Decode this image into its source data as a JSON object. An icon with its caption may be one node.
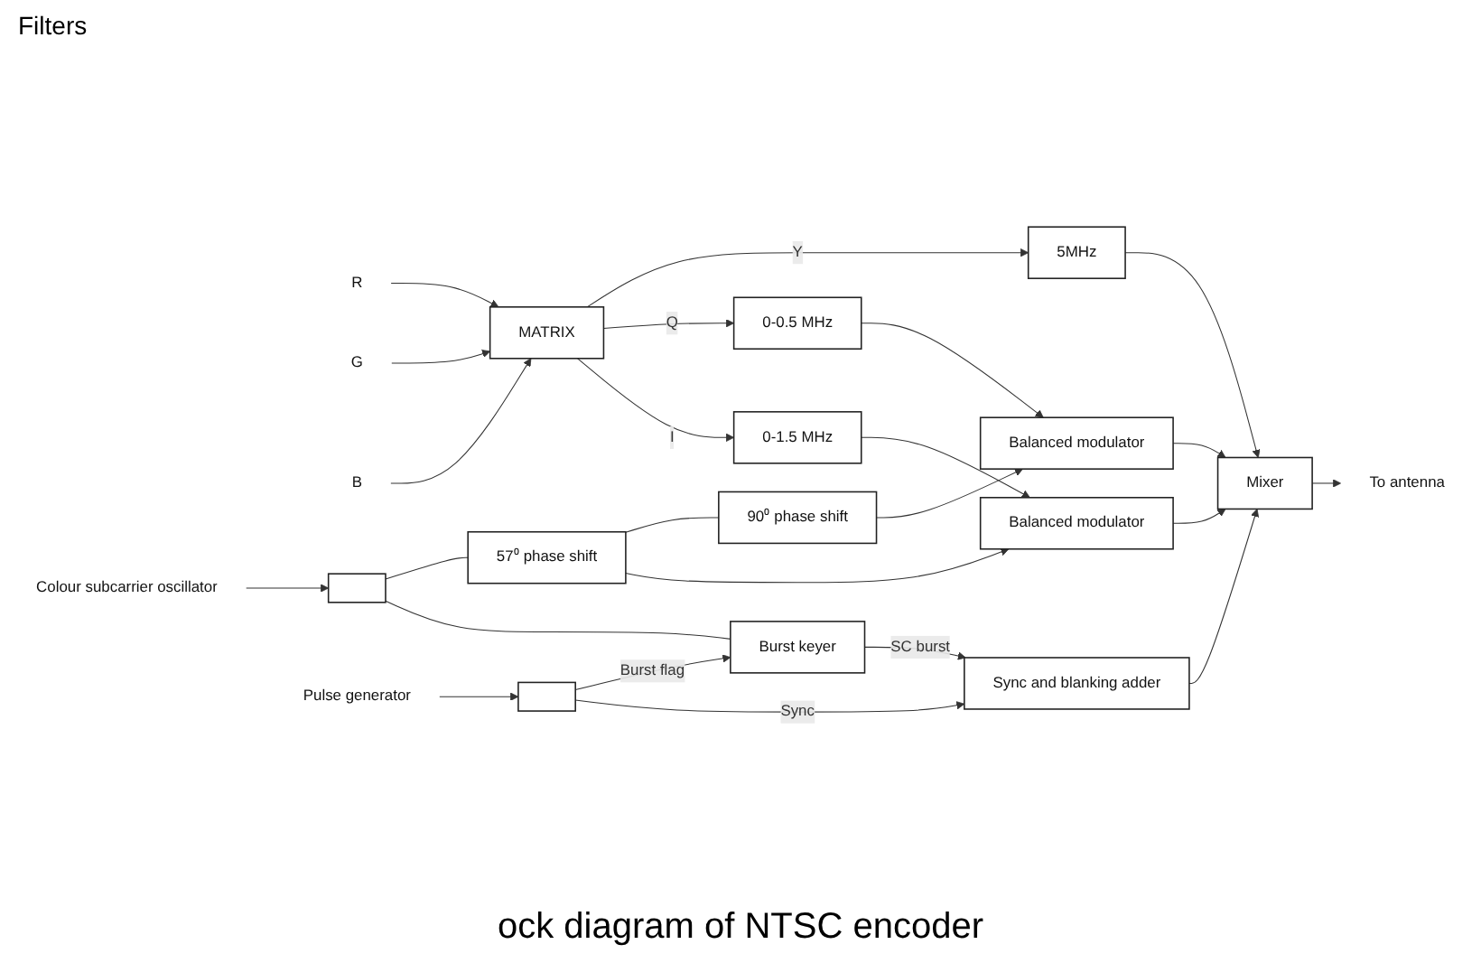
{
  "diagram": {
    "caption": "ock diagram of NTSC encoder",
    "nodes": [
      {
        "text": [
          "R"
        ]
      },
      {
        "text": [
          "G"
        ]
      },
      {
        "text": [
          "B"
        ]
      },
      {
        "text": [
          "MATRIX"
        ]
      },
      {
        "text": [
          "5MHz"
        ]
      },
      {
        "text": [
          "0-0.5 MHz"
        ]
      },
      {
        "text": [
          "0-1.5 MHz"
        ]
      },
      {
        "text": [
          "Balanced modulator"
        ]
      },
      {
        "text": [
          "Balanced modulator"
        ]
      },
      {
        "text": [
          "Mixer"
        ]
      },
      {
        "text": [
          "To antenna"
        ]
      },
      {
        "text": [
          "90⁰ phase shift"
        ]
      },
      {
        "text": [
          "57⁰ phase shift"
        ]
      },
      {
        "text": [
          "Colour subcarrier oscillator"
        ]
      },
      {
        "text": [
          "Pulse generator"
        ]
      },
      {
        "text": [],
        "shape": "box"
      },
      {
        "text": [],
        "shape": "box"
      },
      {
        "text": [
          "Burst keyer"
        ]
      },
      {
        "text": [
          "Sync and blanking adder"
        ]
      }
    ],
    "edges": [
      {
        "from": 0,
        "to": 3,
        "arrow": "to"
      },
      {
        "from": 1,
        "to": 3,
        "arrow": "to"
      },
      {
        "from": 2,
        "to": 3,
        "arrow": "to"
      },
      {
        "from": 3,
        "to": 4,
        "arrow": "to",
        "label": "Y"
      },
      {
        "from": 3,
        "to": 5,
        "arrow": "to",
        "label": "Q"
      },
      {
        "from": 3,
        "to": 6,
        "arrow": "to",
        "label": "I"
      },
      {
        "from": 4,
        "to": 9,
        "arrow": "to"
      },
      {
        "from": 5,
        "to": 7,
        "arrow": "to"
      },
      {
        "from": 6,
        "to": 8,
        "arrow": "to"
      },
      {
        "from": 7,
        "to": 9,
        "arrow": "to"
      },
      {
        "from": 8,
        "to": 9,
        "arrow": "to"
      },
      {
        "from": 9,
        "to": 10,
        "arrow": "to"
      },
      {
        "from": 11,
        "to": 7,
        "arrow": "to"
      },
      {
        "from": 12,
        "to": 11,
        "arrow": "none"
      },
      {
        "from": 12,
        "to": 8,
        "arrow": "to"
      },
      {
        "from": 15,
        "to": 12,
        "arrow": "none"
      },
      {
        "from": 15,
        "to": 17,
        "arrow": "none"
      },
      {
        "from": 13,
        "to": 15,
        "arrow": "to"
      },
      {
        "from": 14,
        "to": 16,
        "arrow": "to"
      },
      {
        "from": 16,
        "to": 17,
        "arrow": "to",
        "label": "Burst flag"
      },
      {
        "from": 16,
        "to": 18,
        "arrow": "to",
        "label": "Sync"
      },
      {
        "from": 17,
        "to": 18,
        "arrow": "to",
        "label": "SC burst"
      },
      {
        "from": 18,
        "to": 9,
        "arrow": "to"
      }
    ],
    "labels": [
      "Filters"
    ]
  }
}
